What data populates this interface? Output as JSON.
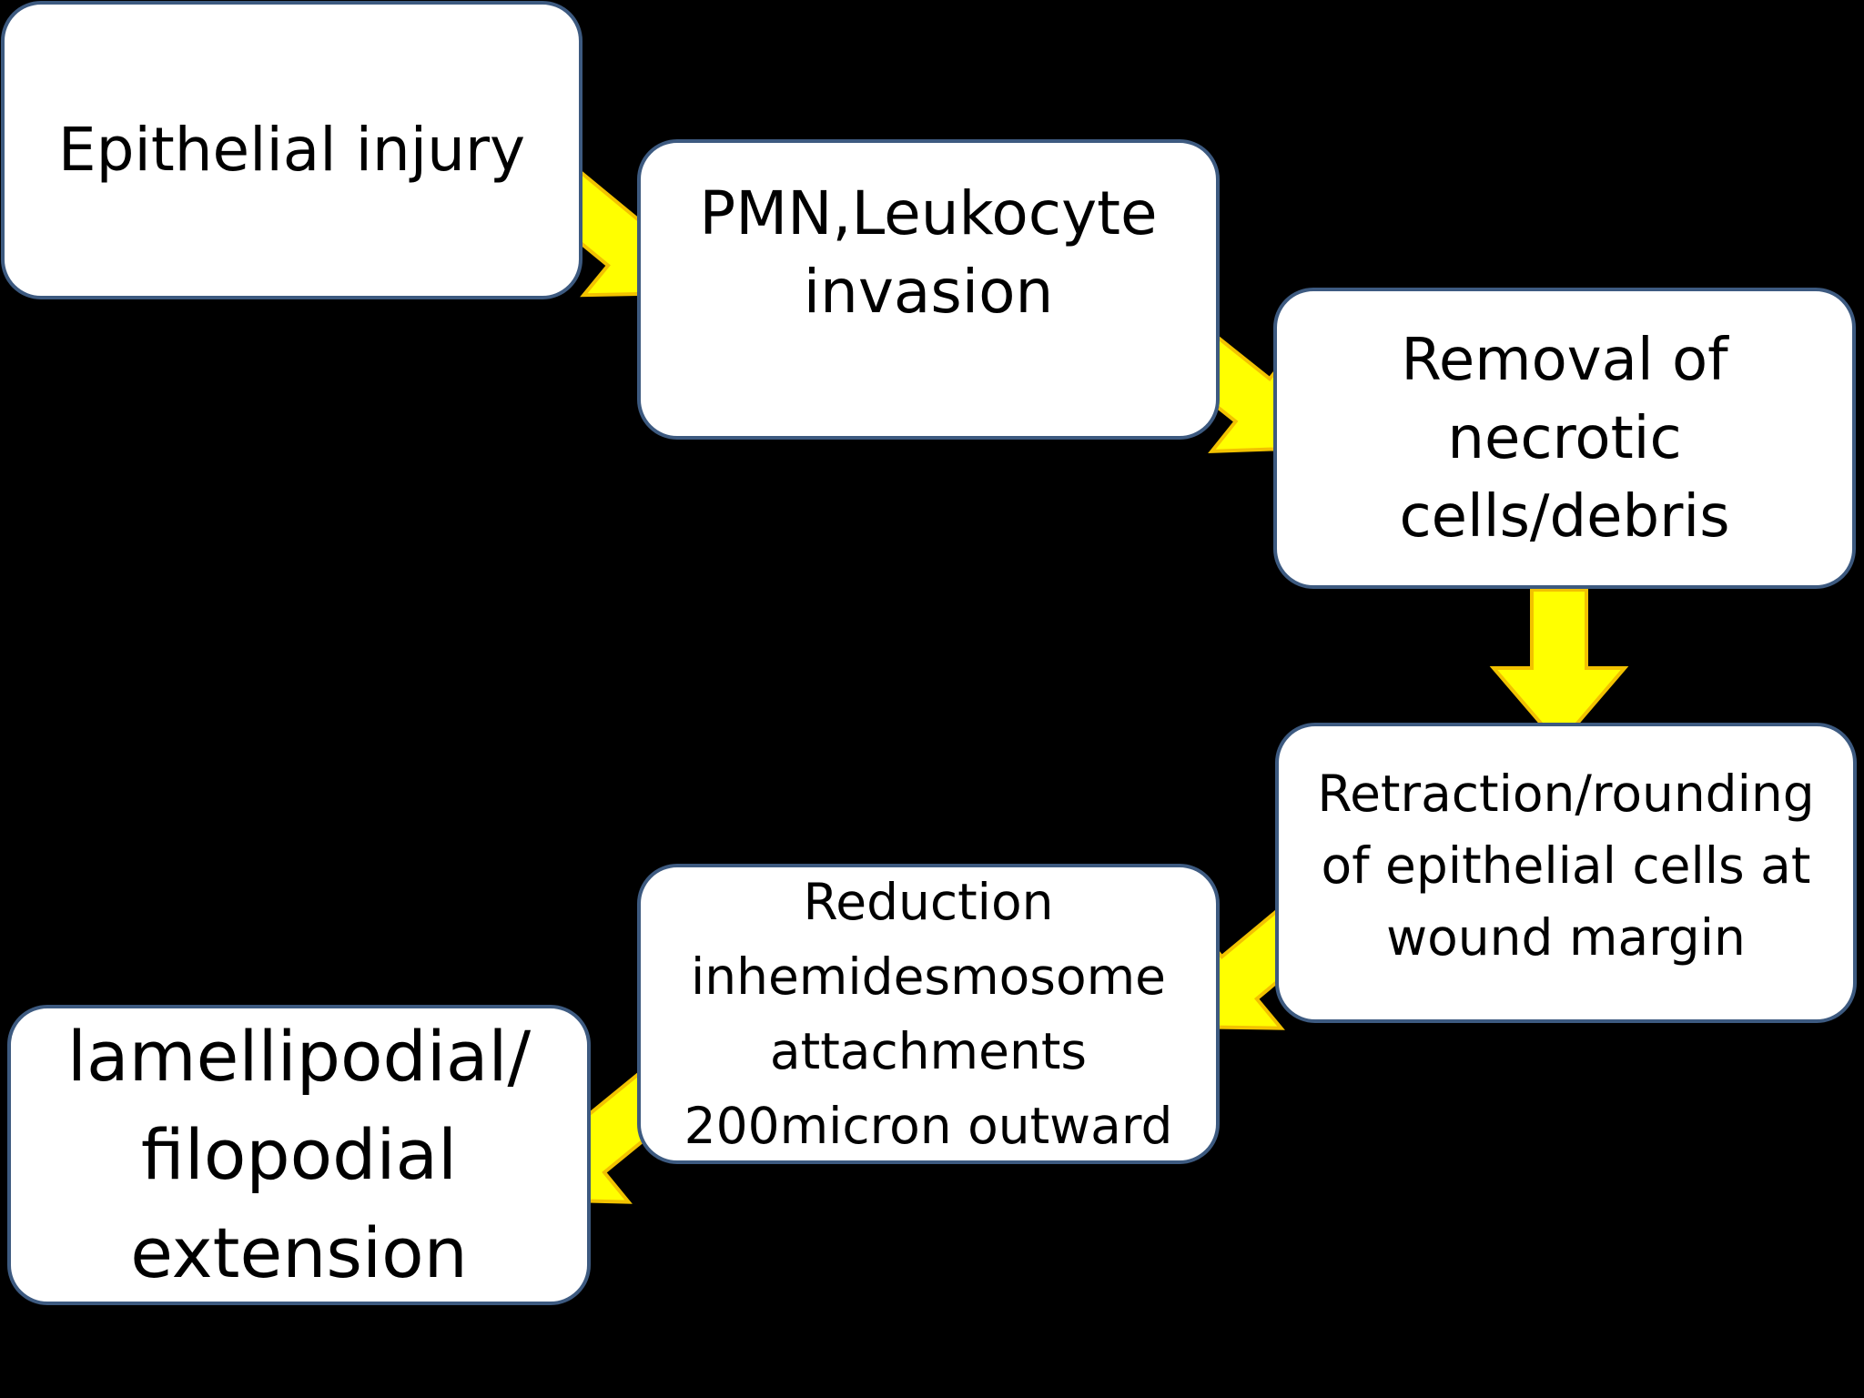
{
  "diagram": {
    "nodes": [
      {
        "id": "epithelial-injury",
        "label": "Epithelial injury"
      },
      {
        "id": "pmn-leukocyte-invasion",
        "label": "PMN,Leukocyte\ninvasion"
      },
      {
        "id": "removal-of-necrotic-cells",
        "label": "Removal of\nnecrotic\ncells/debris"
      },
      {
        "id": "retraction-rounding",
        "label": "Retraction/rounding\nof epithelial cells at\nwound margin"
      },
      {
        "id": "reduction-hemidesmosome",
        "label": "Reduction\ninhemidesmosome\nattachments\n200micron outward"
      },
      {
        "id": "lamellipodial-extension",
        "label": "lamellipodial/\nfilopodial\nextension"
      }
    ],
    "edges": [
      {
        "from": "epithelial-injury",
        "to": "pmn-leukocyte-invasion"
      },
      {
        "from": "pmn-leukocyte-invasion",
        "to": "removal-of-necrotic-cells"
      },
      {
        "from": "removal-of-necrotic-cells",
        "to": "retraction-rounding"
      },
      {
        "from": "retraction-rounding",
        "to": "reduction-hemidesmosome"
      },
      {
        "from": "reduction-hemidesmosome",
        "to": "lamellipodial-extension"
      }
    ],
    "colors": {
      "background": "#000000",
      "node_fill": "#ffffff",
      "node_border": "#3d5a80",
      "arrow_fill": "#ffff00",
      "arrow_stroke": "#f2c200"
    }
  }
}
